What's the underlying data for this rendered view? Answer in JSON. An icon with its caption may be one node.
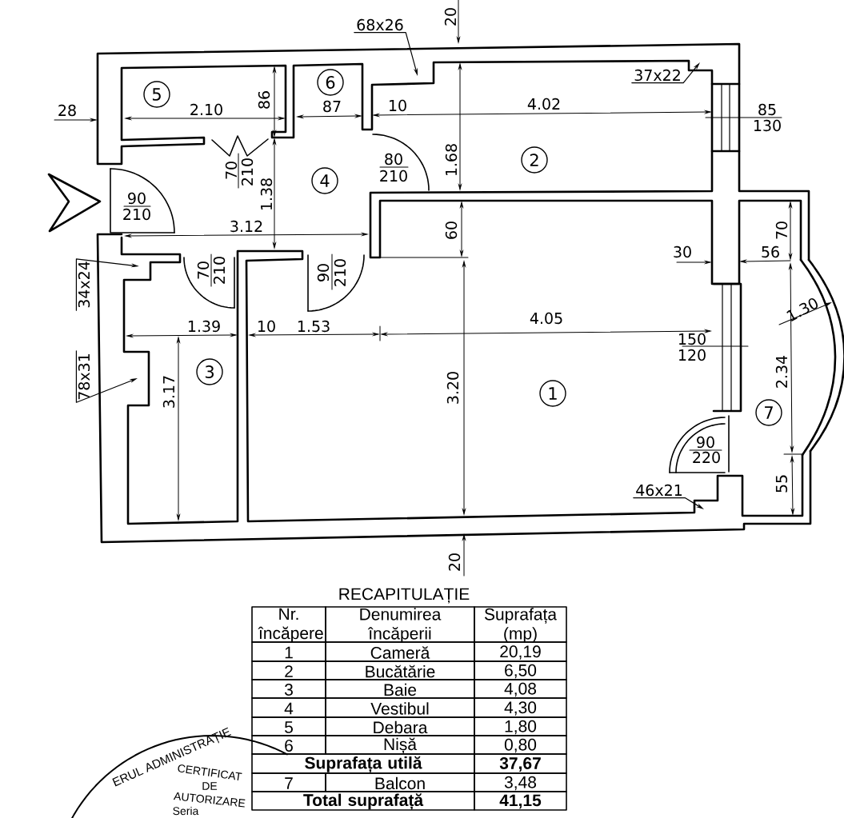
{
  "diagram": {
    "nodes": [
      {
        "text": [
          "68x26"
        ]
      },
      {
        "text": [
          "5"
        ]
      },
      {
        "text": [
          "6"
        ]
      },
      {
        "text": [
          "37x22"
        ]
      },
      {
        "text": [
          "4"
        ]
      },
      {
        "text": [
          "2"
        ]
      },
      {
        "text": [
          "34x24"
        ]
      },
      {
        "text": [
          "3"
        ]
      },
      {
        "text": [
          "78x31"
        ]
      },
      {
        "text": [
          "1"
        ]
      },
      {
        "text": [
          "7"
        ]
      },
      {
        "text": [
          "46x21"
        ]
      }
    ],
    "edges": [
      {
        "from": 0,
        "to": null,
        "arrow": "to"
      },
      {
        "from": 3,
        "to": null,
        "arrow": "to"
      },
      {
        "from": 6,
        "to": null,
        "arrow": "to"
      },
      {
        "from": 8,
        "to": null,
        "arrow": "to"
      },
      {
        "from": 11,
        "to": null,
        "arrow": "to"
      }
    ],
    "labels": [
      "20",
      "28",
      "2.10",
      "86",
      "87",
      "10",
      "4.02",
      "85",
      "130",
      "70",
      "210",
      "1.38",
      "80",
      "210",
      "1.68",
      "90",
      "210",
      "3.12",
      "60",
      "70",
      "30",
      "56",
      "70",
      "210",
      "90",
      "210",
      "1.30",
      "1.39",
      "10",
      "1.53",
      "4.05",
      "150",
      "120",
      "2.34",
      "3.17",
      "3.20",
      "90",
      "220",
      "55",
      "20",
      "RECAPITULAȚIE",
      "Nr. încăpere",
      "Denumirea încăperii",
      "Suprafața (mp)",
      "1",
      "Cameră",
      "20,19",
      "2",
      "Bucătărie",
      "6,50",
      "3",
      "Baie",
      "4,08",
      "4",
      "Vestibul",
      "4,30",
      "5",
      "Debara",
      "1,80",
      "6",
      "Nișă",
      "0,80",
      "Suprafața utilă",
      "37,67",
      "7",
      "Balcon",
      "3,48",
      "Total suprafață",
      "41,15",
      "ERUL ADMINISTRAȚIE",
      "CERTIFICAT",
      "DE",
      "AUTORIZARE",
      "Seria"
    ]
  }
}
